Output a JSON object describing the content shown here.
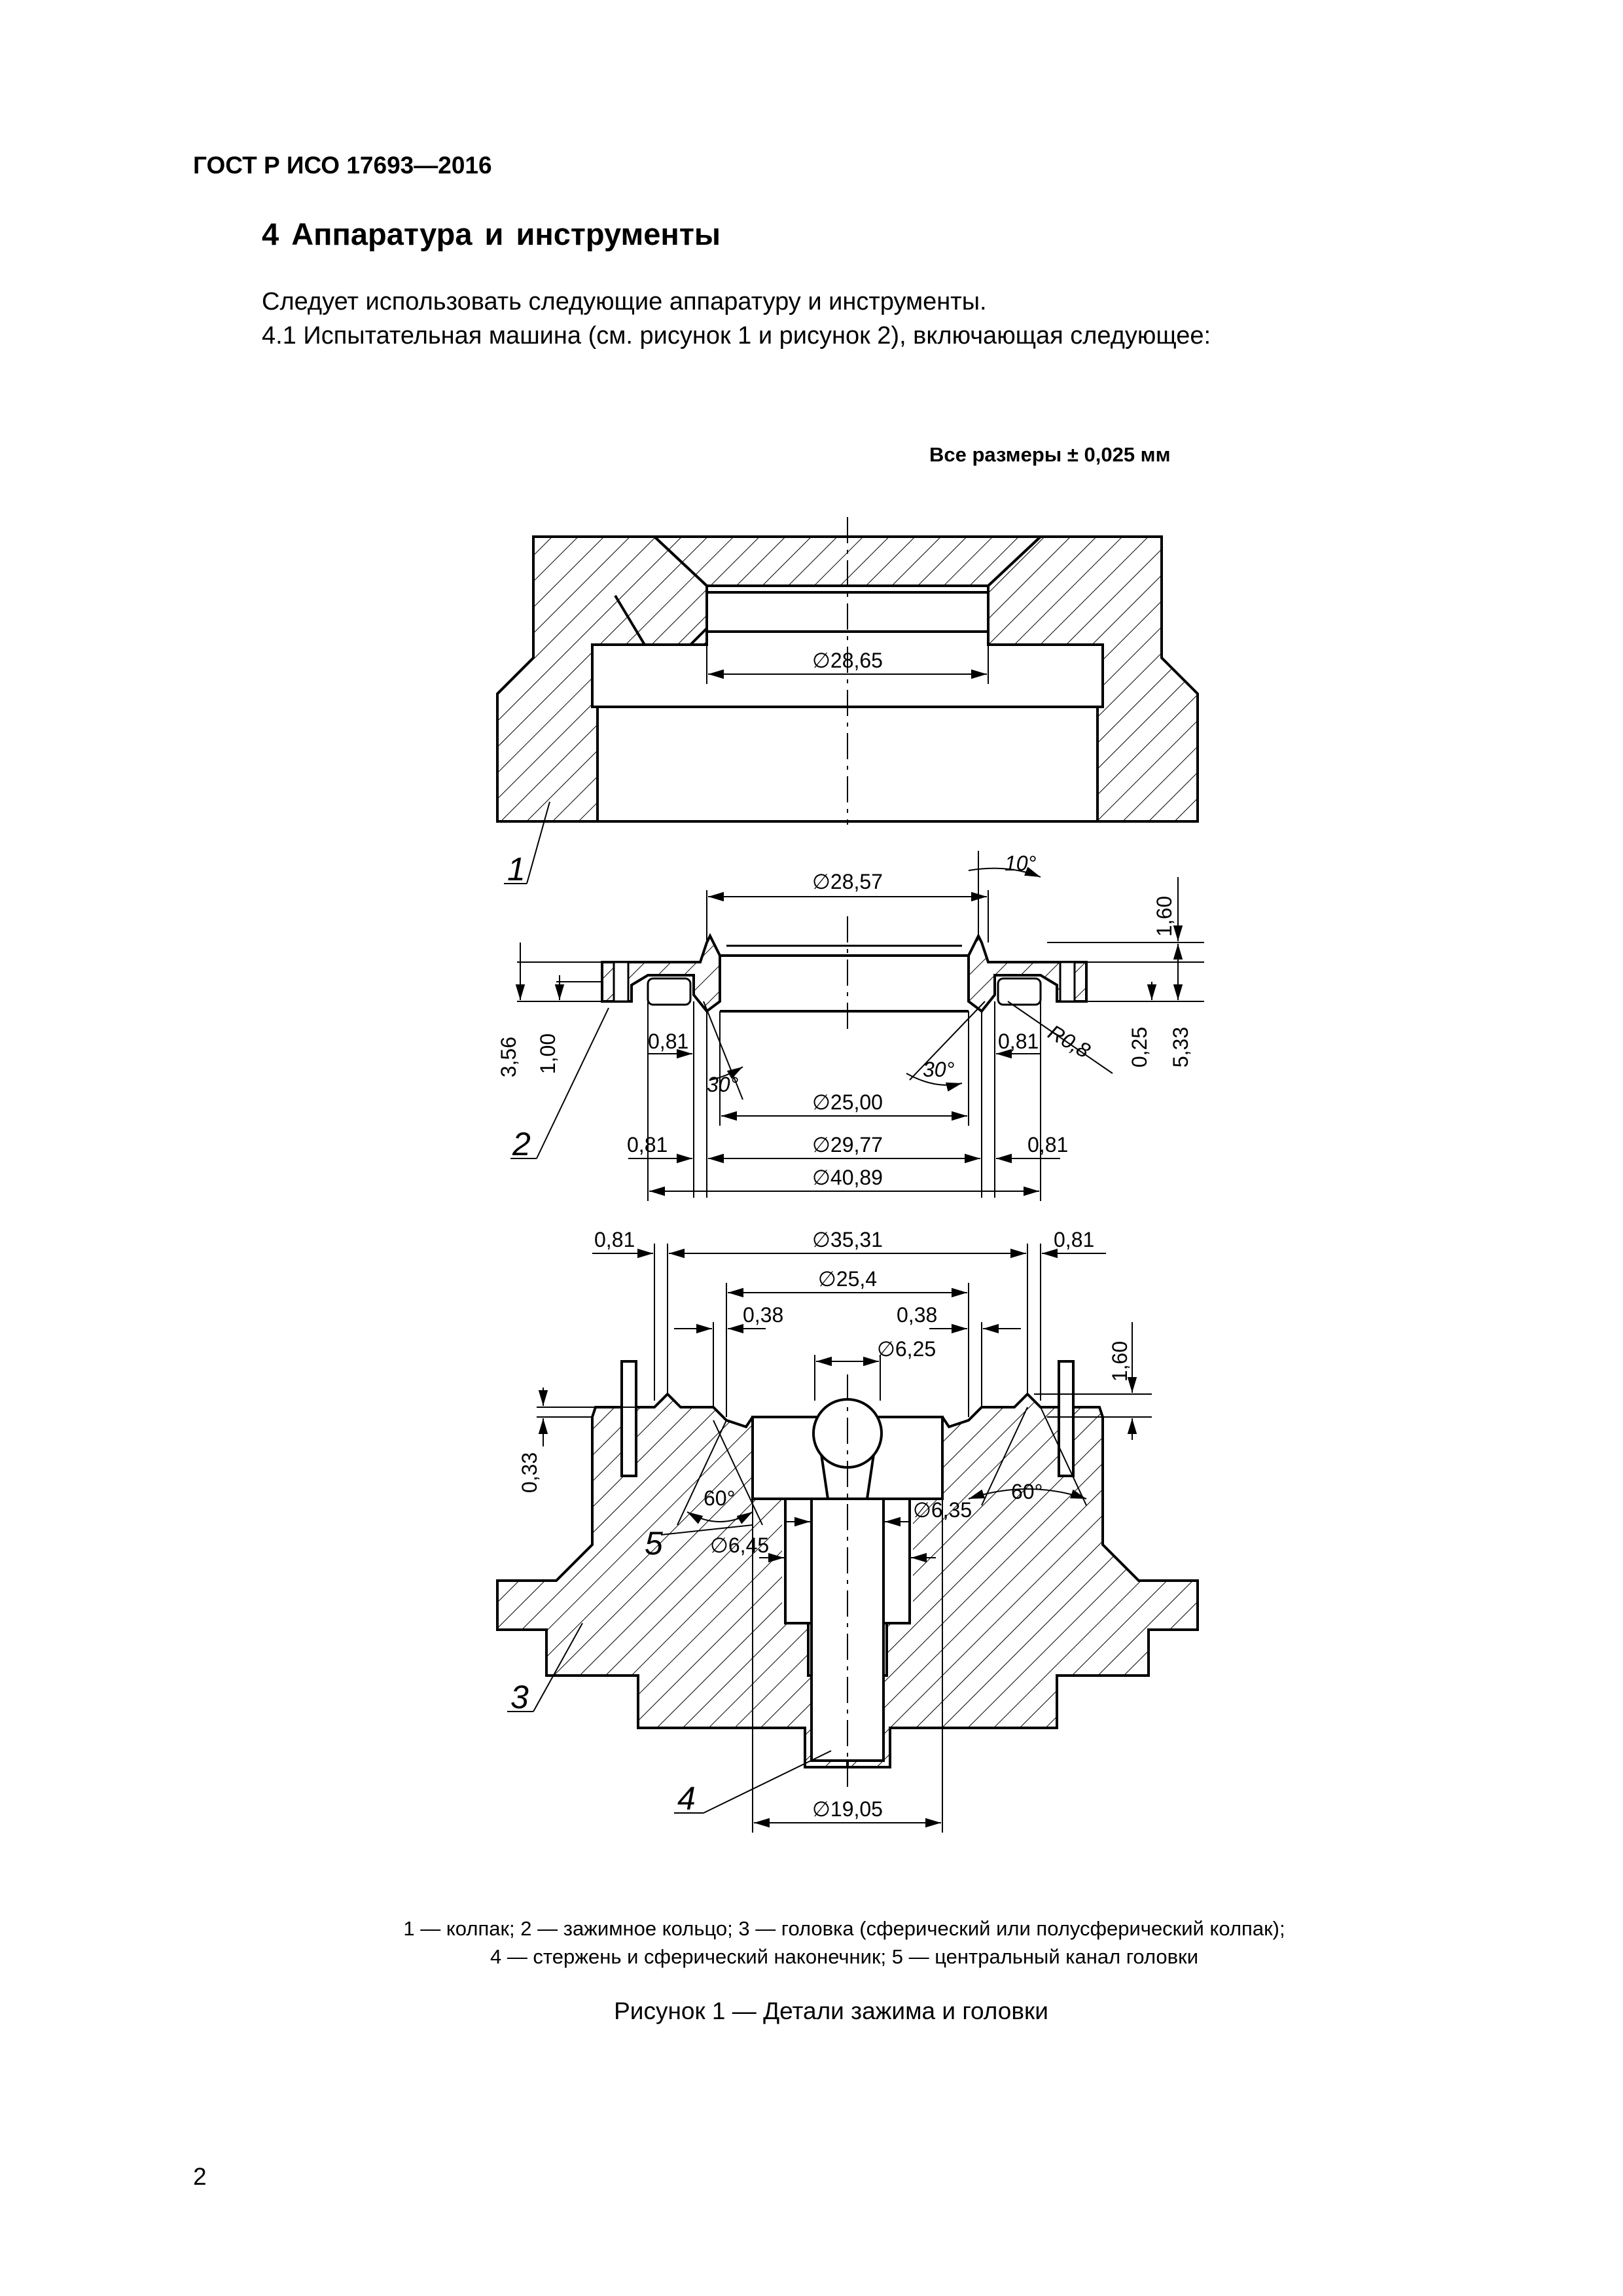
{
  "header": {
    "doc_id": "ГОСТ Р ИСО 17693—2016"
  },
  "section": {
    "title": "4 Аппаратура и инструменты"
  },
  "paragraphs": {
    "p1": "Следует использовать следующие аппаратуру и инструменты.",
    "p2": "4.1 Испытательная машина (см. рисунок 1 и рисунок 2), включающая следующее:"
  },
  "figure": {
    "tolerance_note": "Все размеры ± 0,025 мм",
    "part_labels": {
      "l1": "1",
      "l2": "2",
      "l3": "3",
      "l4": "4",
      "l5": "5"
    },
    "dimensions": {
      "cap_diam": "∅28,65",
      "ring_inner_top": "∅28,57",
      "ring_angle_top": "10°",
      "ring_h_160": "1,60",
      "ring_h_356": "3,56",
      "ring_h_100": "1,00",
      "ring_081_left": "0,81",
      "ring_081_right": "0,81",
      "ring_r08": "R0,8",
      "ring_h_025": "0,25",
      "ring_h_533": "5,33",
      "ring_30_left": "30°",
      "ring_30_right": "30°",
      "ring_d2500": "∅25,00",
      "ring_081_bl": "0,81",
      "ring_d2977": "∅29,77",
      "ring_081_br": "0,81",
      "ring_d4089": "∅40,89",
      "head_081_left": "0,81",
      "head_d3531": "∅35,31",
      "head_081_right": "0,81",
      "head_d254": "∅25,4",
      "head_038_left": "0,38",
      "head_038_right": "0,38",
      "head_d625": "∅6,25",
      "head_h_160": "1,60",
      "head_h_033": "0,33",
      "head_60_left": "60°",
      "head_60_right": "60°",
      "head_d635": "∅6,35",
      "head_d645": "∅6,45",
      "head_d1905": "∅19,05"
    }
  },
  "legend": {
    "line1": "1 — колпак; 2 — зажимное кольцо; 3 — головка (сферический или полусферический колпак);",
    "line2": "4 — стержень и сферический наконечник; 5 — центральный канал головки"
  },
  "caption": "Рисунок 1 — Детали зажима и головки",
  "page_number": "2"
}
